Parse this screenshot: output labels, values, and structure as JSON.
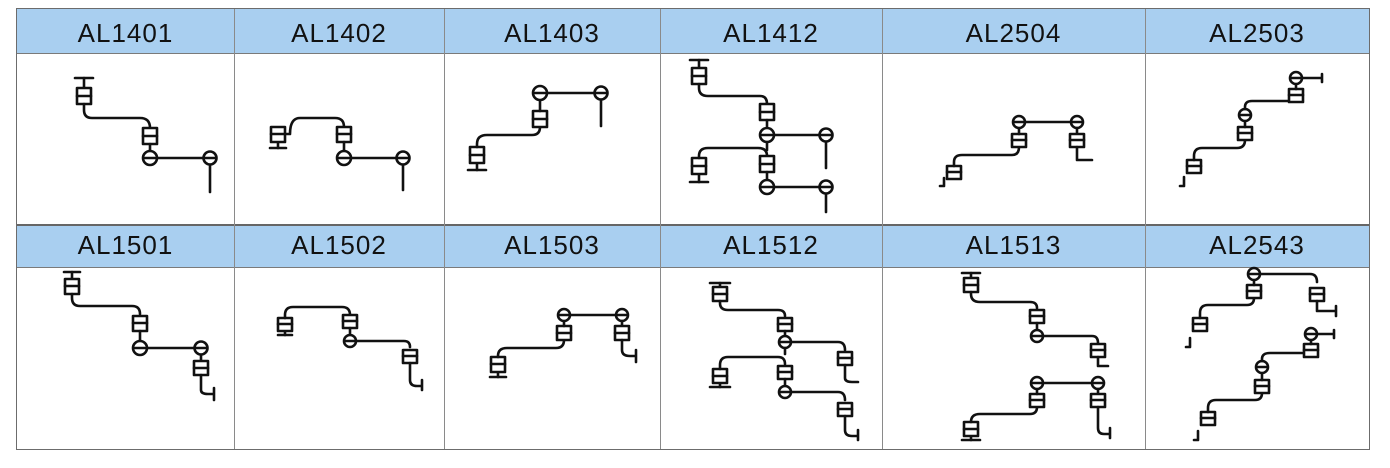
{
  "rows": [
    {
      "cells": [
        {
          "code": "AL1401"
        },
        {
          "code": "AL1402"
        },
        {
          "code": "AL1403"
        },
        {
          "code": "AL1412"
        },
        {
          "code": "AL2504"
        },
        {
          "code": "AL2503"
        }
      ]
    },
    {
      "cells": [
        {
          "code": "AL1501"
        },
        {
          "code": "AL1502"
        },
        {
          "code": "AL1503"
        },
        {
          "code": "AL1512"
        },
        {
          "code": "AL1513"
        },
        {
          "code": "AL2543"
        }
      ]
    }
  ],
  "colors": {
    "header_band": "#a9cff0",
    "grid_line": "#7a7a7a",
    "ink": "#111111"
  }
}
